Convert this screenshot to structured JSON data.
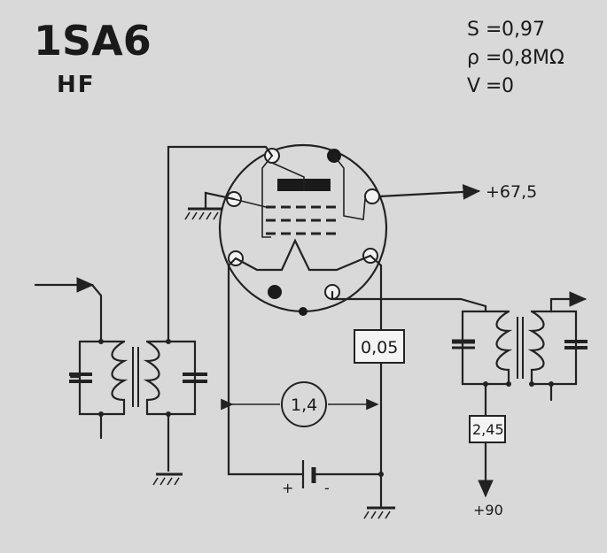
{
  "tube": {
    "name": "1SA6",
    "function": "HF"
  },
  "parameters": [
    {
      "symbol": "S",
      "sep": "=",
      "value": "0,97"
    },
    {
      "symbol": "ρ",
      "sep": "=",
      "value": "0,8MΩ"
    },
    {
      "symbol": "V",
      "sep": "=",
      "value": "0"
    }
  ],
  "labels": {
    "anode_supply": "+67,5",
    "screen_resistor": "0,05",
    "filament_voltage": "1,4",
    "plate_resistor": "2,45",
    "plate_supply": "+90",
    "battery_plus": "+",
    "battery_minus": "-"
  }
}
